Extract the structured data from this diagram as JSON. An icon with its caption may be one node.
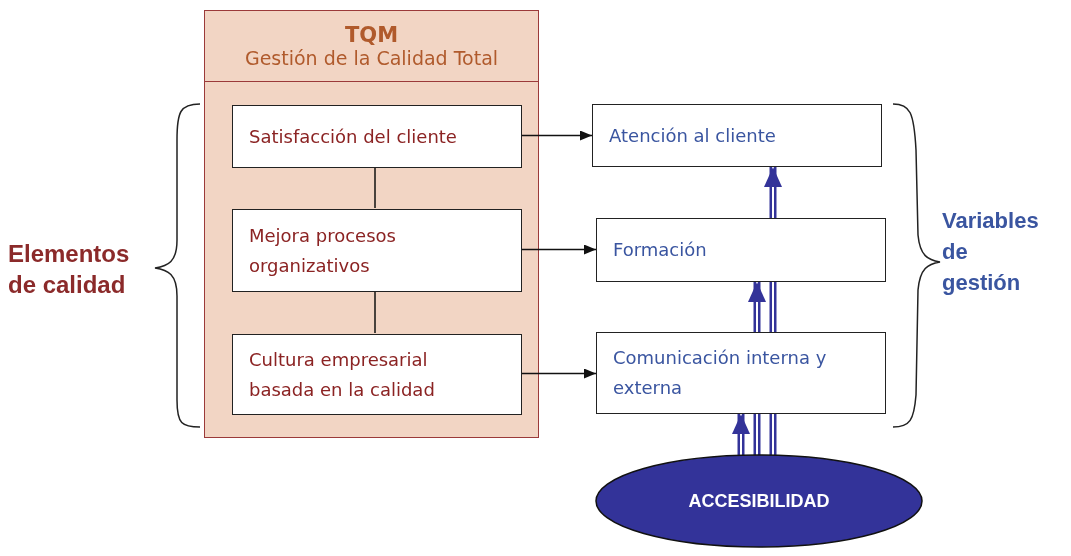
{
  "diagram": {
    "nodes": [
      {
        "text": [
          "TQM",
          "Gestión de la Calidad Total"
        ]
      },
      {
        "text": [
          "Satisfacción del cliente"
        ],
        "in": 0
      },
      {
        "text": [
          "Mejora procesos organizativos"
        ],
        "in": 0
      },
      {
        "text": [
          "Cultura empresarial basada en la calidad"
        ],
        "in": 0
      },
      {
        "text": [
          "Atención al cliente"
        ]
      },
      {
        "text": [
          "Formación"
        ]
      },
      {
        "text": [
          "Comunicación interna y externa"
        ]
      },
      {
        "text": [
          "ACCESIBILIDAD"
        ]
      }
    ],
    "edges": [
      {
        "from": 1,
        "to": 2,
        "arrow": "none",
        "color": "#111111"
      },
      {
        "from": 2,
        "to": 3,
        "arrow": "none",
        "color": "#111111"
      },
      {
        "from": 1,
        "to": 4,
        "arrow": "to",
        "color": "#111111"
      },
      {
        "from": 2,
        "to": 5,
        "arrow": "to",
        "color": "#111111"
      },
      {
        "from": 3,
        "to": 6,
        "arrow": "to",
        "color": "#111111"
      },
      {
        "from": 7,
        "to": 6,
        "arrow": "to",
        "color": "#333399"
      },
      {
        "from": 7,
        "to": 6,
        "arrow": "none",
        "color": "#333399"
      },
      {
        "from": 7,
        "to": 6,
        "arrow": "none",
        "color": "#333399"
      },
      {
        "from": 6,
        "to": 5,
        "arrow": "to",
        "color": "#333399"
      },
      {
        "from": 6,
        "to": 5,
        "arrow": "none",
        "color": "#333399"
      },
      {
        "from": 5,
        "to": 4,
        "arrow": "to",
        "color": "#333399"
      }
    ],
    "labels": [
      "Elementos de calidad",
      "Variables de gestión"
    ]
  }
}
